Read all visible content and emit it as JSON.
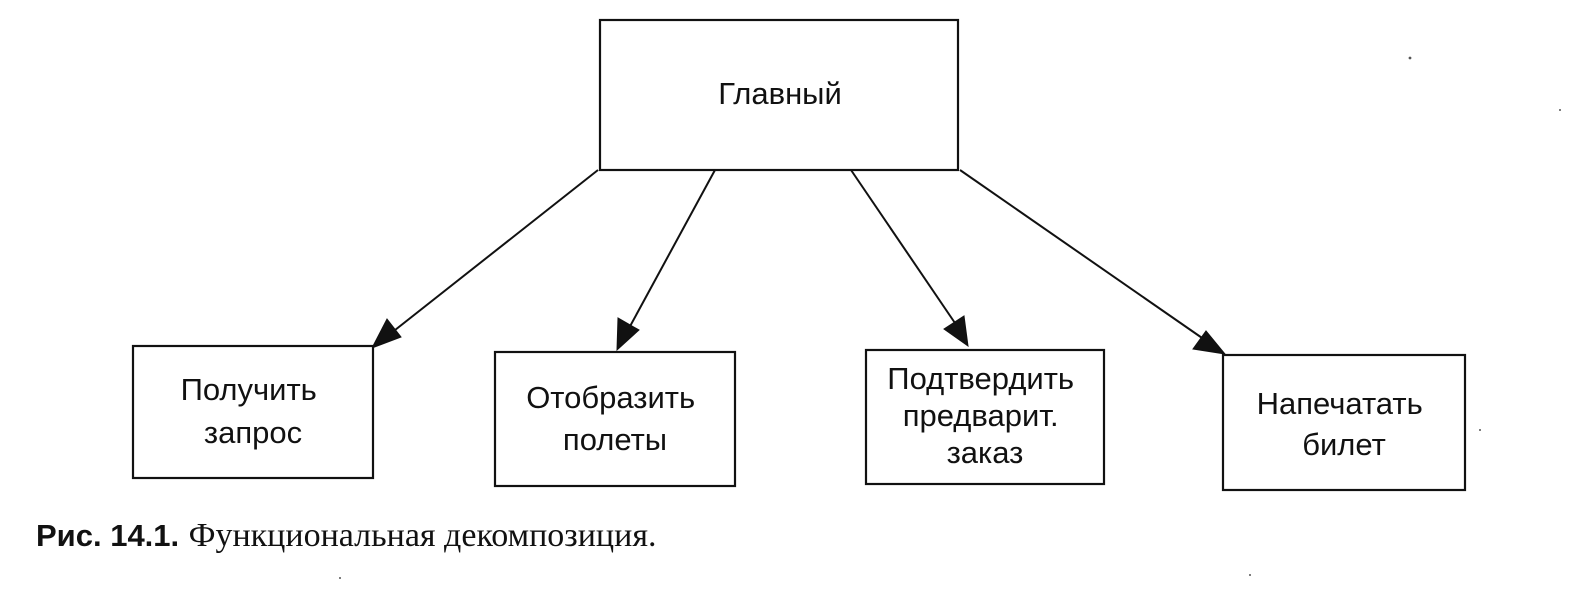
{
  "diagram": {
    "root": {
      "label": "Главный"
    },
    "children": [
      {
        "lines": [
          "Получить",
          "запрос"
        ]
      },
      {
        "lines": [
          "Отобразить",
          "полеты"
        ]
      },
      {
        "lines": [
          "Подтвердить",
          "предварит.",
          "заказ"
        ]
      },
      {
        "lines": [
          "Напечатать",
          "билет"
        ]
      }
    ]
  },
  "caption": {
    "label": "Рис. 14.1.",
    "text": "Функциональная декомпозиция."
  }
}
